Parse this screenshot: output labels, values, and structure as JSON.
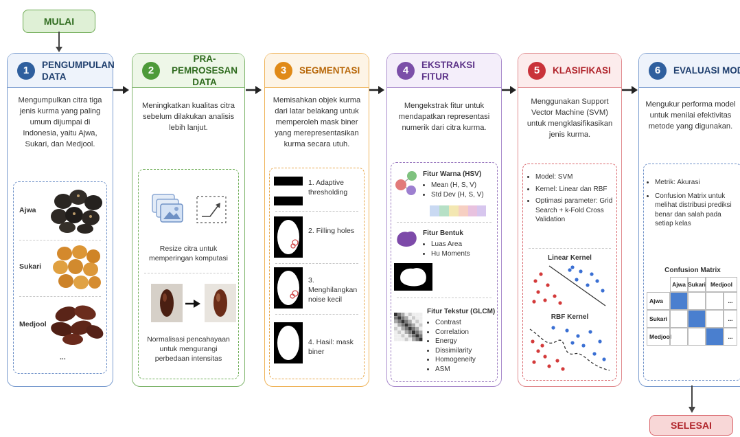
{
  "start_label": "MULAI",
  "end_label": "SELESAI",
  "stages": [
    {
      "num": "1",
      "title": "PENGUMPULAN DATA",
      "desc": "Mengumpulkan citra tiga jenis kurma yang paling umum dijumpai di Indonesia, yaitu Ajwa, Sukari, dan Medjool."
    },
    {
      "num": "2",
      "title": "PRA-PEMROSESAN DATA",
      "desc": "Meningkatkan kualitas citra sebelum dilakukan analisis lebih lanjut."
    },
    {
      "num": "3",
      "title": "SEGMENTASI",
      "desc": "Memisahkan objek kurma dari latar belakang untuk memperoleh mask biner yang merepresentasikan kurma secara utuh."
    },
    {
      "num": "4",
      "title": "EKSTRAKSI FITUR",
      "desc": "Mengekstrak fitur untuk mendapatkan representasi numerik dari citra kurma."
    },
    {
      "num": "5",
      "title": "KLASIFIKASI",
      "desc": "Menggunakan Support Vector Machine (SVM) untuk mengklasifikasikan jenis kurma."
    },
    {
      "num": "6",
      "title": "EVALUASI MODEL",
      "desc": "Mengukur performa model untuk menilai efektivitas metode yang digunakan."
    }
  ],
  "dates": {
    "ajwa": "Ajwa",
    "sukari": "Sukari",
    "medjool": "Medjool",
    "more": "..."
  },
  "preprocessing": {
    "resize": "Resize citra untuk memperingan komputasi",
    "normalize": "Normalisasi pencahayaan untuk mengurangi perbedaan intensitas"
  },
  "segmentation_steps": [
    "1. Adaptive thresholding",
    "2. Filling holes",
    "3. Menghilangkan noise kecil",
    "4. Hasil: mask biner"
  ],
  "features": {
    "color": {
      "title": "Fitur Warna (HSV)",
      "items": [
        "Mean (H, S, V)",
        "Std Dev (H, S, V)"
      ]
    },
    "shape": {
      "title": "Fitur Bentuk",
      "items": [
        "Luas Area",
        "Hu Moments"
      ]
    },
    "texture": {
      "title": "Fitur Tekstur (GLCM)",
      "items": [
        "Contrast",
        "Correlation",
        "Energy",
        "Dissimilarity",
        "Homogeneity",
        "ASM"
      ]
    }
  },
  "classification": {
    "items": [
      "Model: SVM",
      "Kernel: Linear dan RBF",
      "Optimasi parameter: Grid Search + k-Fold Cross Validation"
    ],
    "linear_title": "Linear Kernel",
    "rbf_title": "RBF Kernel"
  },
  "evaluation": {
    "items": [
      "Metrik: Akurasi",
      "Confusion Matrix untuk melihat distribusi prediksi benar dan salah pada setiap kelas"
    ],
    "cm_title": "Confusion Matrix",
    "cm_cols": [
      "Ajwa",
      "Sukari",
      "Medjool"
    ],
    "cm_rows": [
      "Ajwa",
      "Sukari",
      "Medjool"
    ],
    "cm_more": "..."
  },
  "colors": {
    "blue": "#2f5f9e",
    "green": "#4e9a3a",
    "orange": "#e08a18",
    "purple": "#7b4fa8",
    "red": "#c9333a",
    "start_bg": "#dff0d6",
    "end_bg": "#f8d7d7"
  }
}
